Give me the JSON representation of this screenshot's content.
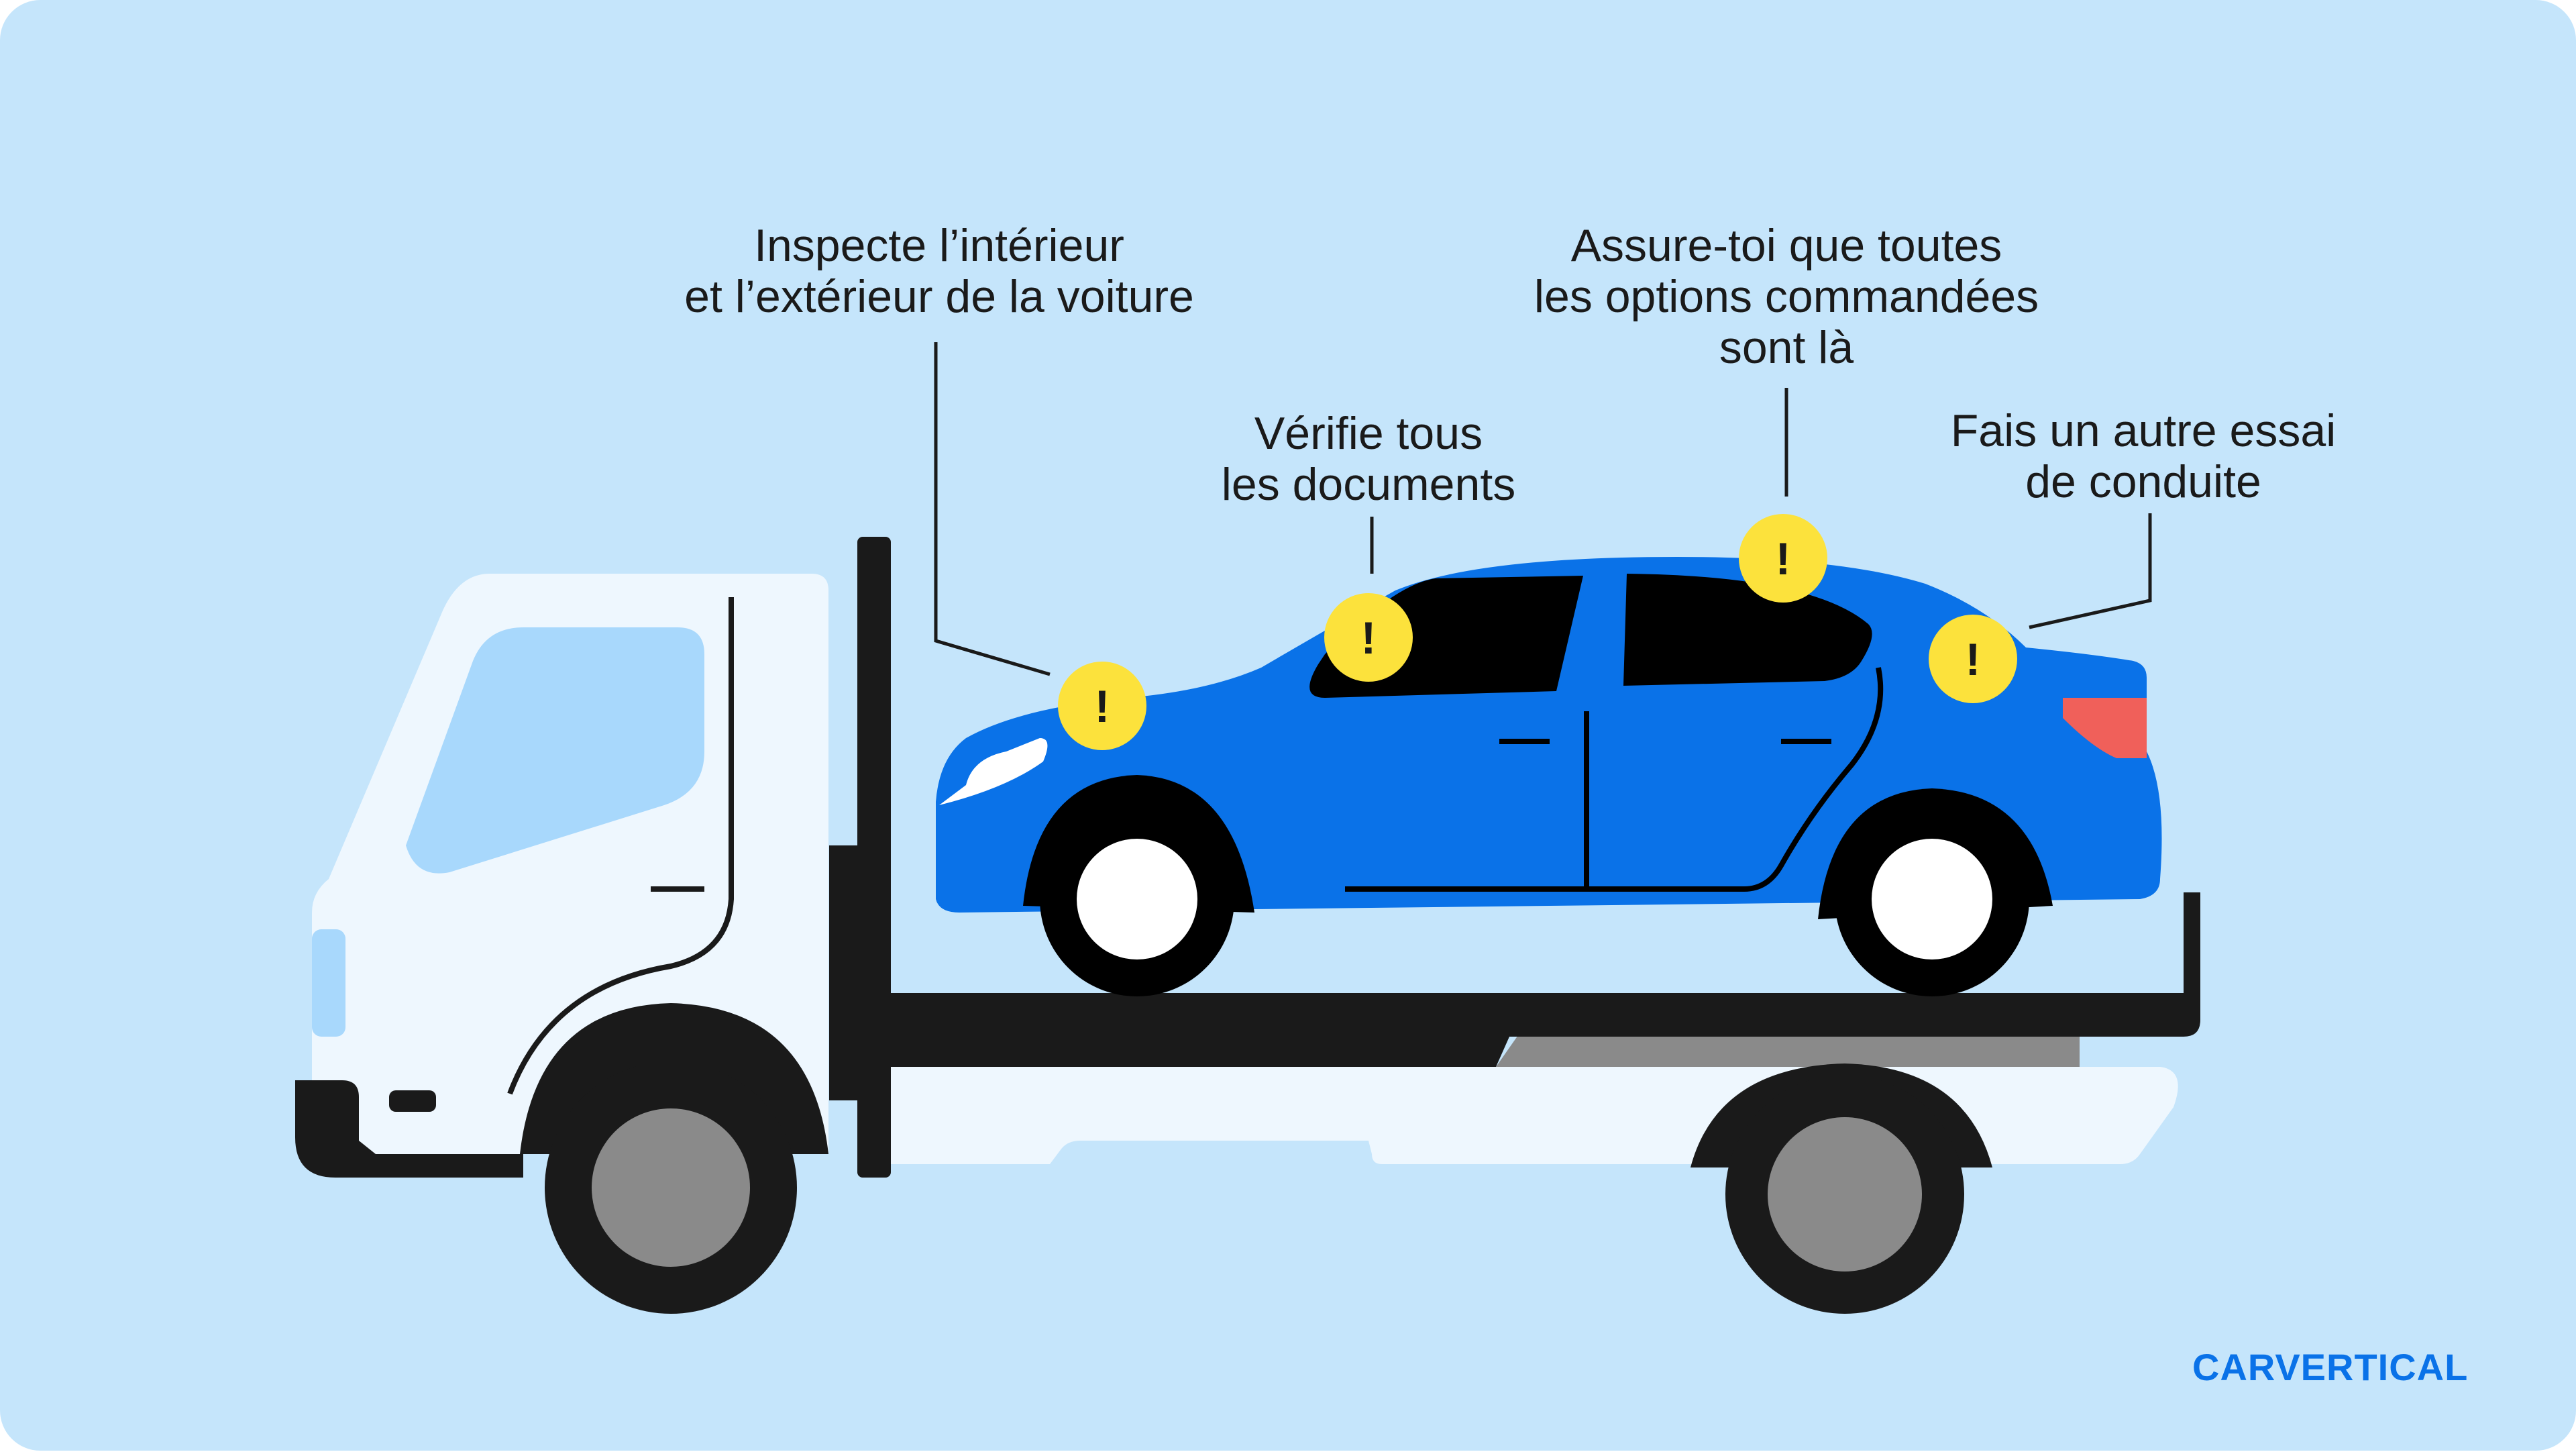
{
  "annotations": {
    "interior_exterior": [
      "Inspecte l’intérieur",
      "et l’extérieur de la voiture"
    ],
    "documents": [
      "Vérifie tous",
      "les documents"
    ],
    "options": [
      "Assure-toi que toutes",
      "les options commandées",
      "sont là"
    ],
    "test_drive": [
      "Fais un autre essai",
      "de conduite"
    ]
  },
  "marker_glyph": "!",
  "brand": {
    "name": "CARVERTICAL"
  },
  "colors": {
    "background": "#c5e5fb",
    "car_body": "#0a72e8",
    "truck_cab": "#eef7fe",
    "marker": "#fce23c",
    "tail_light": "#f0605a",
    "brand": "#0a72e8",
    "ink": "#1a1a1a"
  }
}
